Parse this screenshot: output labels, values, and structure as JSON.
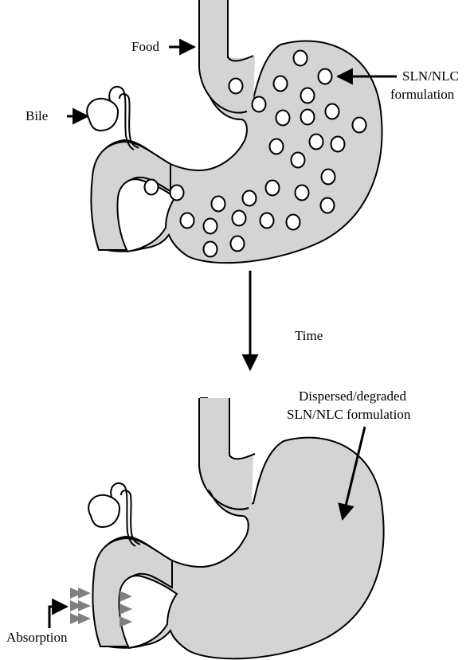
{
  "labels": {
    "food": "Food",
    "bile": "Bile",
    "sln_line1": "SLN/NLC",
    "sln_line2": "formulation",
    "time": "Time",
    "dispersed_line1": "Dispersed/degraded",
    "dispersed_line2": "SLN/NLC formulation",
    "absorption": "Absorption"
  },
  "colors": {
    "organ_fill": "#d4d4d4",
    "outline": "#000000",
    "particle_fill": "#ffffff",
    "absorption_arrow": "#808080"
  }
}
